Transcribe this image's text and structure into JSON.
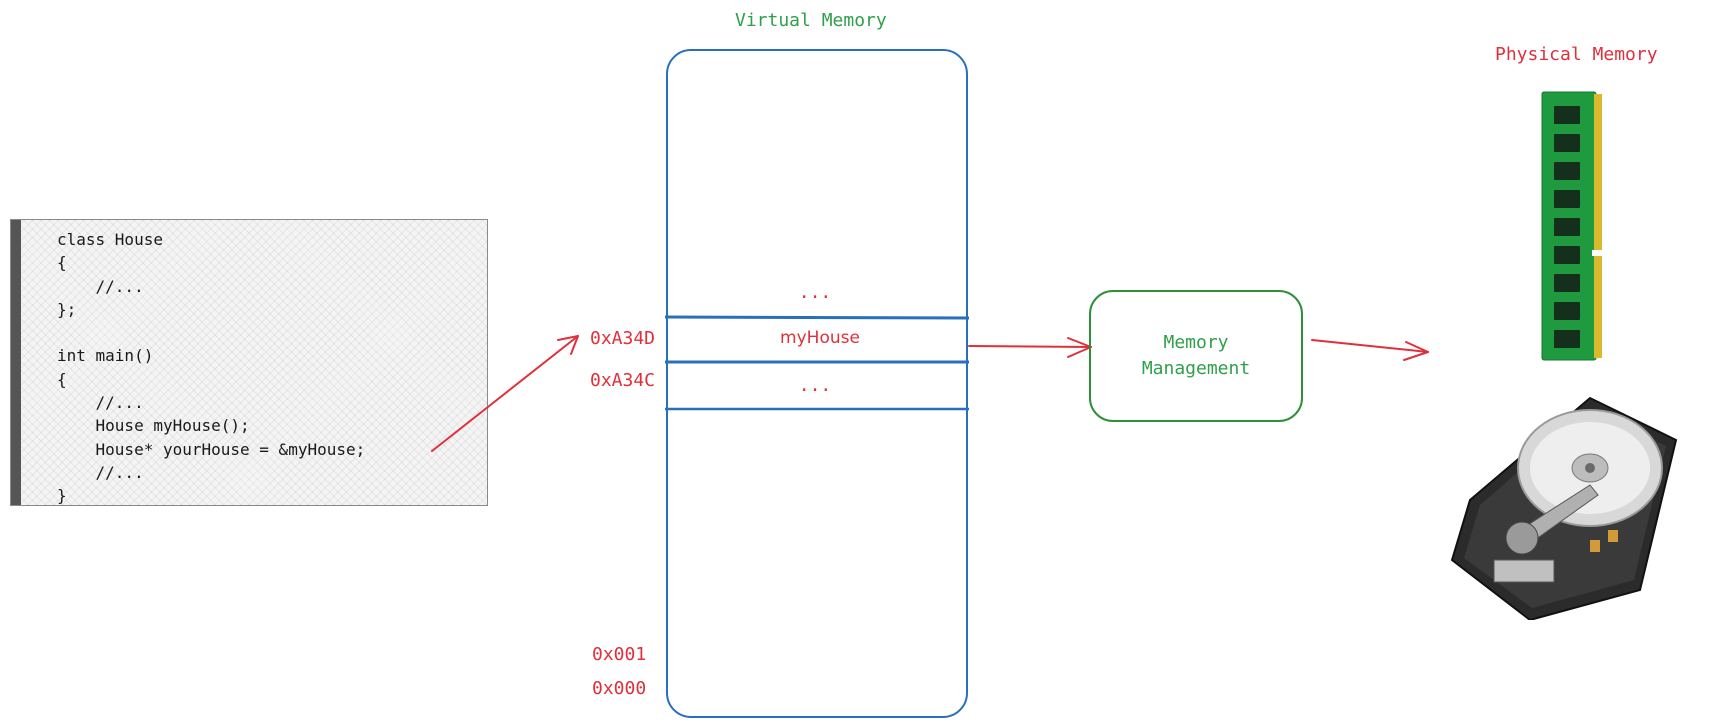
{
  "code": {
    "lines": [
      "class House",
      "{",
      "    //...",
      "};",
      "",
      "int main()",
      "{",
      "    //...",
      "    House myHouse();",
      "    House* yourHouse = &myHouse;",
      "    //...",
      "}"
    ]
  },
  "virtual_memory": {
    "title": "Virtual Memory",
    "cells": {
      "upper_ellipsis": "...",
      "my_house": "myHouse",
      "lower_ellipsis": "..."
    },
    "addresses": {
      "a34d": "0xA34D",
      "a34c": "0xA34C",
      "x001": "0x001",
      "x000": "0x000"
    }
  },
  "memory_management": {
    "line1": "Memory",
    "line2": "Management"
  },
  "physical_memory": {
    "title": "Physical Memory",
    "devices": [
      "ram-module",
      "hard-disk-drive"
    ]
  },
  "colors": {
    "red": "#e0303a",
    "green": "#2fa04a",
    "blue": "#2a6fbf"
  }
}
